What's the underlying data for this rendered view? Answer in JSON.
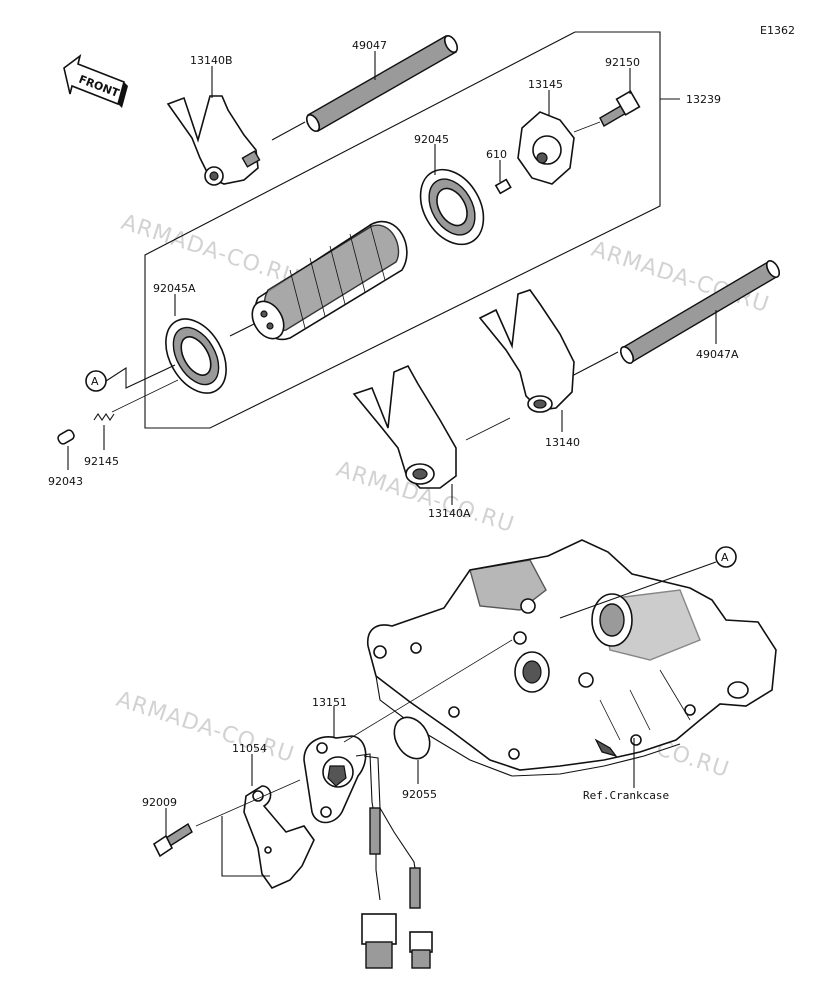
{
  "diagram_code": "E1362",
  "front_label": "FRONT",
  "reference_marker": "A",
  "watermark": "ARMADA-CO.RU",
  "parts": {
    "p49047": "49047",
    "p13140B": "13140B",
    "p92045": "92045",
    "p92150": "92150",
    "p13145": "13145",
    "p13239": "13239",
    "p610": "610",
    "p92045A": "92045A",
    "p49047A": "49047A",
    "p92145": "92145",
    "p92043": "92043",
    "p13140": "13140",
    "p13140A": "13140A",
    "p13151": "13151",
    "p11054": "11054",
    "p92009": "92009",
    "p92055": "92055"
  },
  "crankcase_ref": "Ref.Crankcase"
}
